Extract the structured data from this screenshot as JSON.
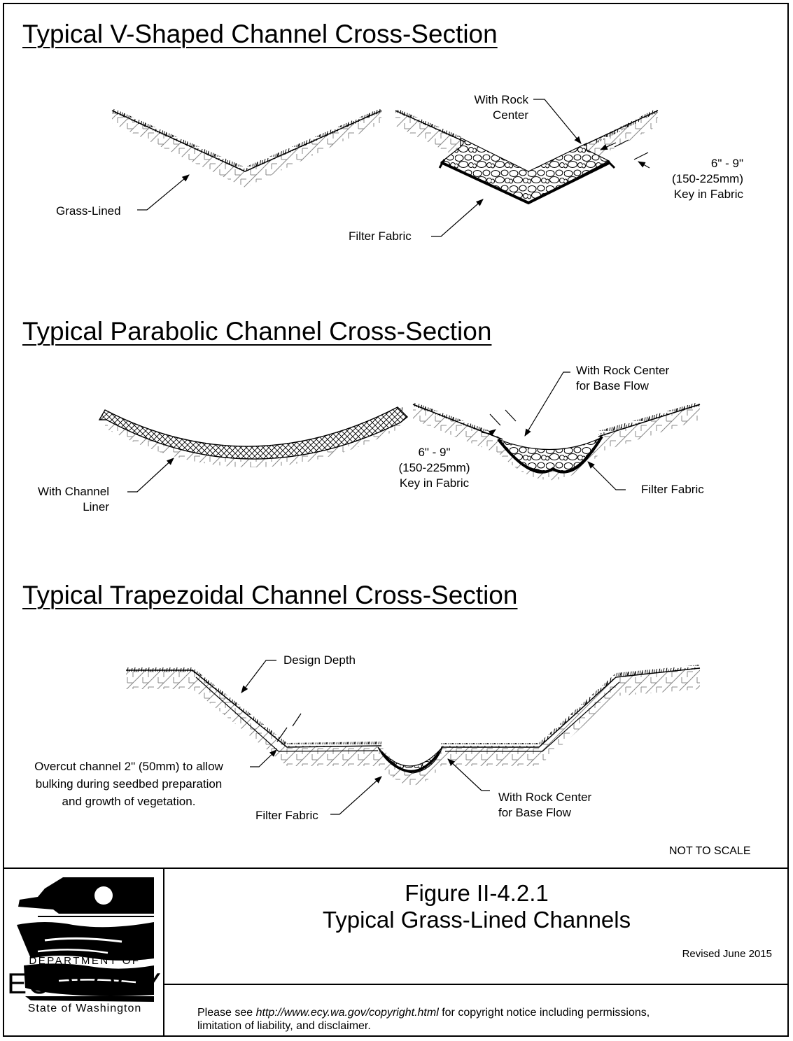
{
  "sections": {
    "v": {
      "title": "Typical V-Shaped Channel Cross-Section",
      "grass_lined": "Grass-Lined",
      "rock_center_1": "With Rock",
      "rock_center_2": "Center",
      "dim_1": "6\" - 9\"",
      "dim_2": "(150-225mm)",
      "dim_3": "Key in Fabric",
      "filter_fabric": "Filter Fabric"
    },
    "parabolic": {
      "title": "Typical Parabolic Channel Cross-Section",
      "liner_1": "With Channel",
      "liner_2": "Liner",
      "rock_1": "With Rock Center",
      "rock_2": "for Base Flow",
      "dim_1": "6\" - 9\"",
      "dim_2": "(150-225mm)",
      "dim_3": "Key in Fabric",
      "filter_fabric": "Filter Fabric"
    },
    "trapezoidal": {
      "title": "Typical Trapezoidal Channel Cross-Section",
      "design_depth": "Design Depth",
      "overcut_1": "Overcut channel 2\" (50mm) to allow",
      "overcut_2": "bulking during seedbed preparation",
      "overcut_3": "and growth of vegetation.",
      "filter_fabric": "Filter Fabric",
      "rock_1": "With Rock Center",
      "rock_2": "for Base Flow"
    }
  },
  "scale_note": "NOT TO SCALE",
  "footer": {
    "figure_number": "Figure II-4.2.1",
    "figure_title": "Typical Grass-Lined Channels",
    "revised": "Revised June 2015",
    "copyright_pre": "Please see ",
    "copyright_url": "http://www.ecy.wa.gov/copyright.html",
    "copyright_post": " for copyright notice including permissions,",
    "copyright_line2": "limitation of liability, and disclaimer.",
    "dept_of": "DEPARTMENT OF",
    "ecology": "ECOLOGY",
    "state": "State of Washington"
  }
}
